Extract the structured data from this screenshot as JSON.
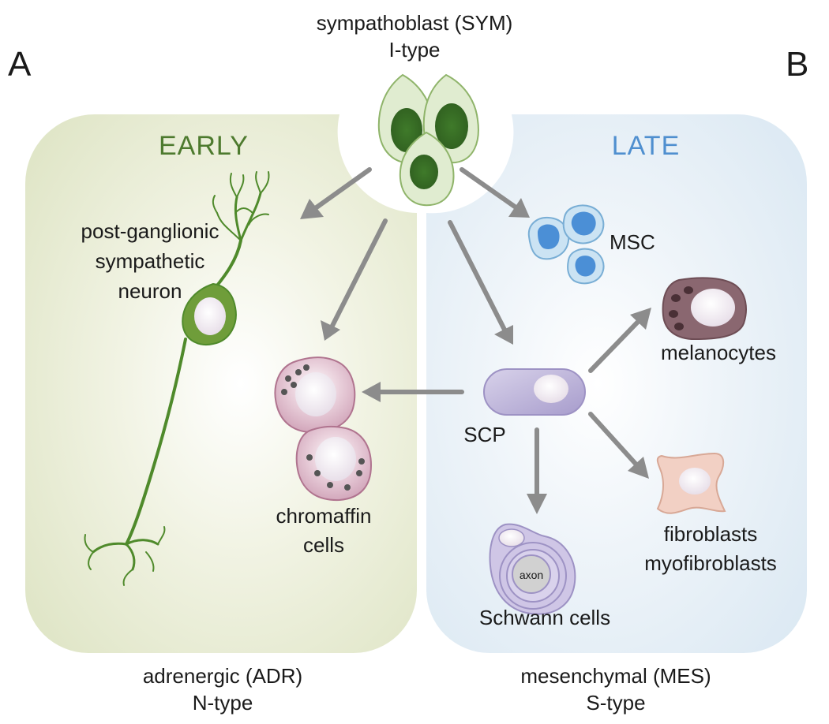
{
  "panels": {
    "a_letter": "A",
    "b_letter": "B"
  },
  "top": {
    "line1": "sympathoblast (SYM)",
    "line2": "I-type"
  },
  "early_panel": {
    "header": "EARLY",
    "bottom_line1": "adrenergic (ADR)",
    "bottom_line2": "N-type",
    "bg_color": "#e6ebd2"
  },
  "late_panel": {
    "header": "LATE",
    "bottom_line1": "mesenchymal (MES)",
    "bottom_line2": "S-type",
    "bg_color": "#e4eef6"
  },
  "cells": {
    "neuron_line1": "post-ganglionic",
    "neuron_line2": "sympathetic",
    "neuron_line3": "neuron",
    "chromaffin_line1": "chromaffin",
    "chromaffin_line2": "cells",
    "msc": "MSC",
    "scp": "SCP",
    "melanocytes": "melanocytes",
    "fibro_line1": "fibroblasts",
    "fibro_line2": "myofibroblasts",
    "schwann": "Schwann cells",
    "axon": "axon"
  },
  "colors": {
    "arrow": "#8c8c8c",
    "early_text": "#4d7a2e",
    "late_text": "#4f8fcf"
  }
}
